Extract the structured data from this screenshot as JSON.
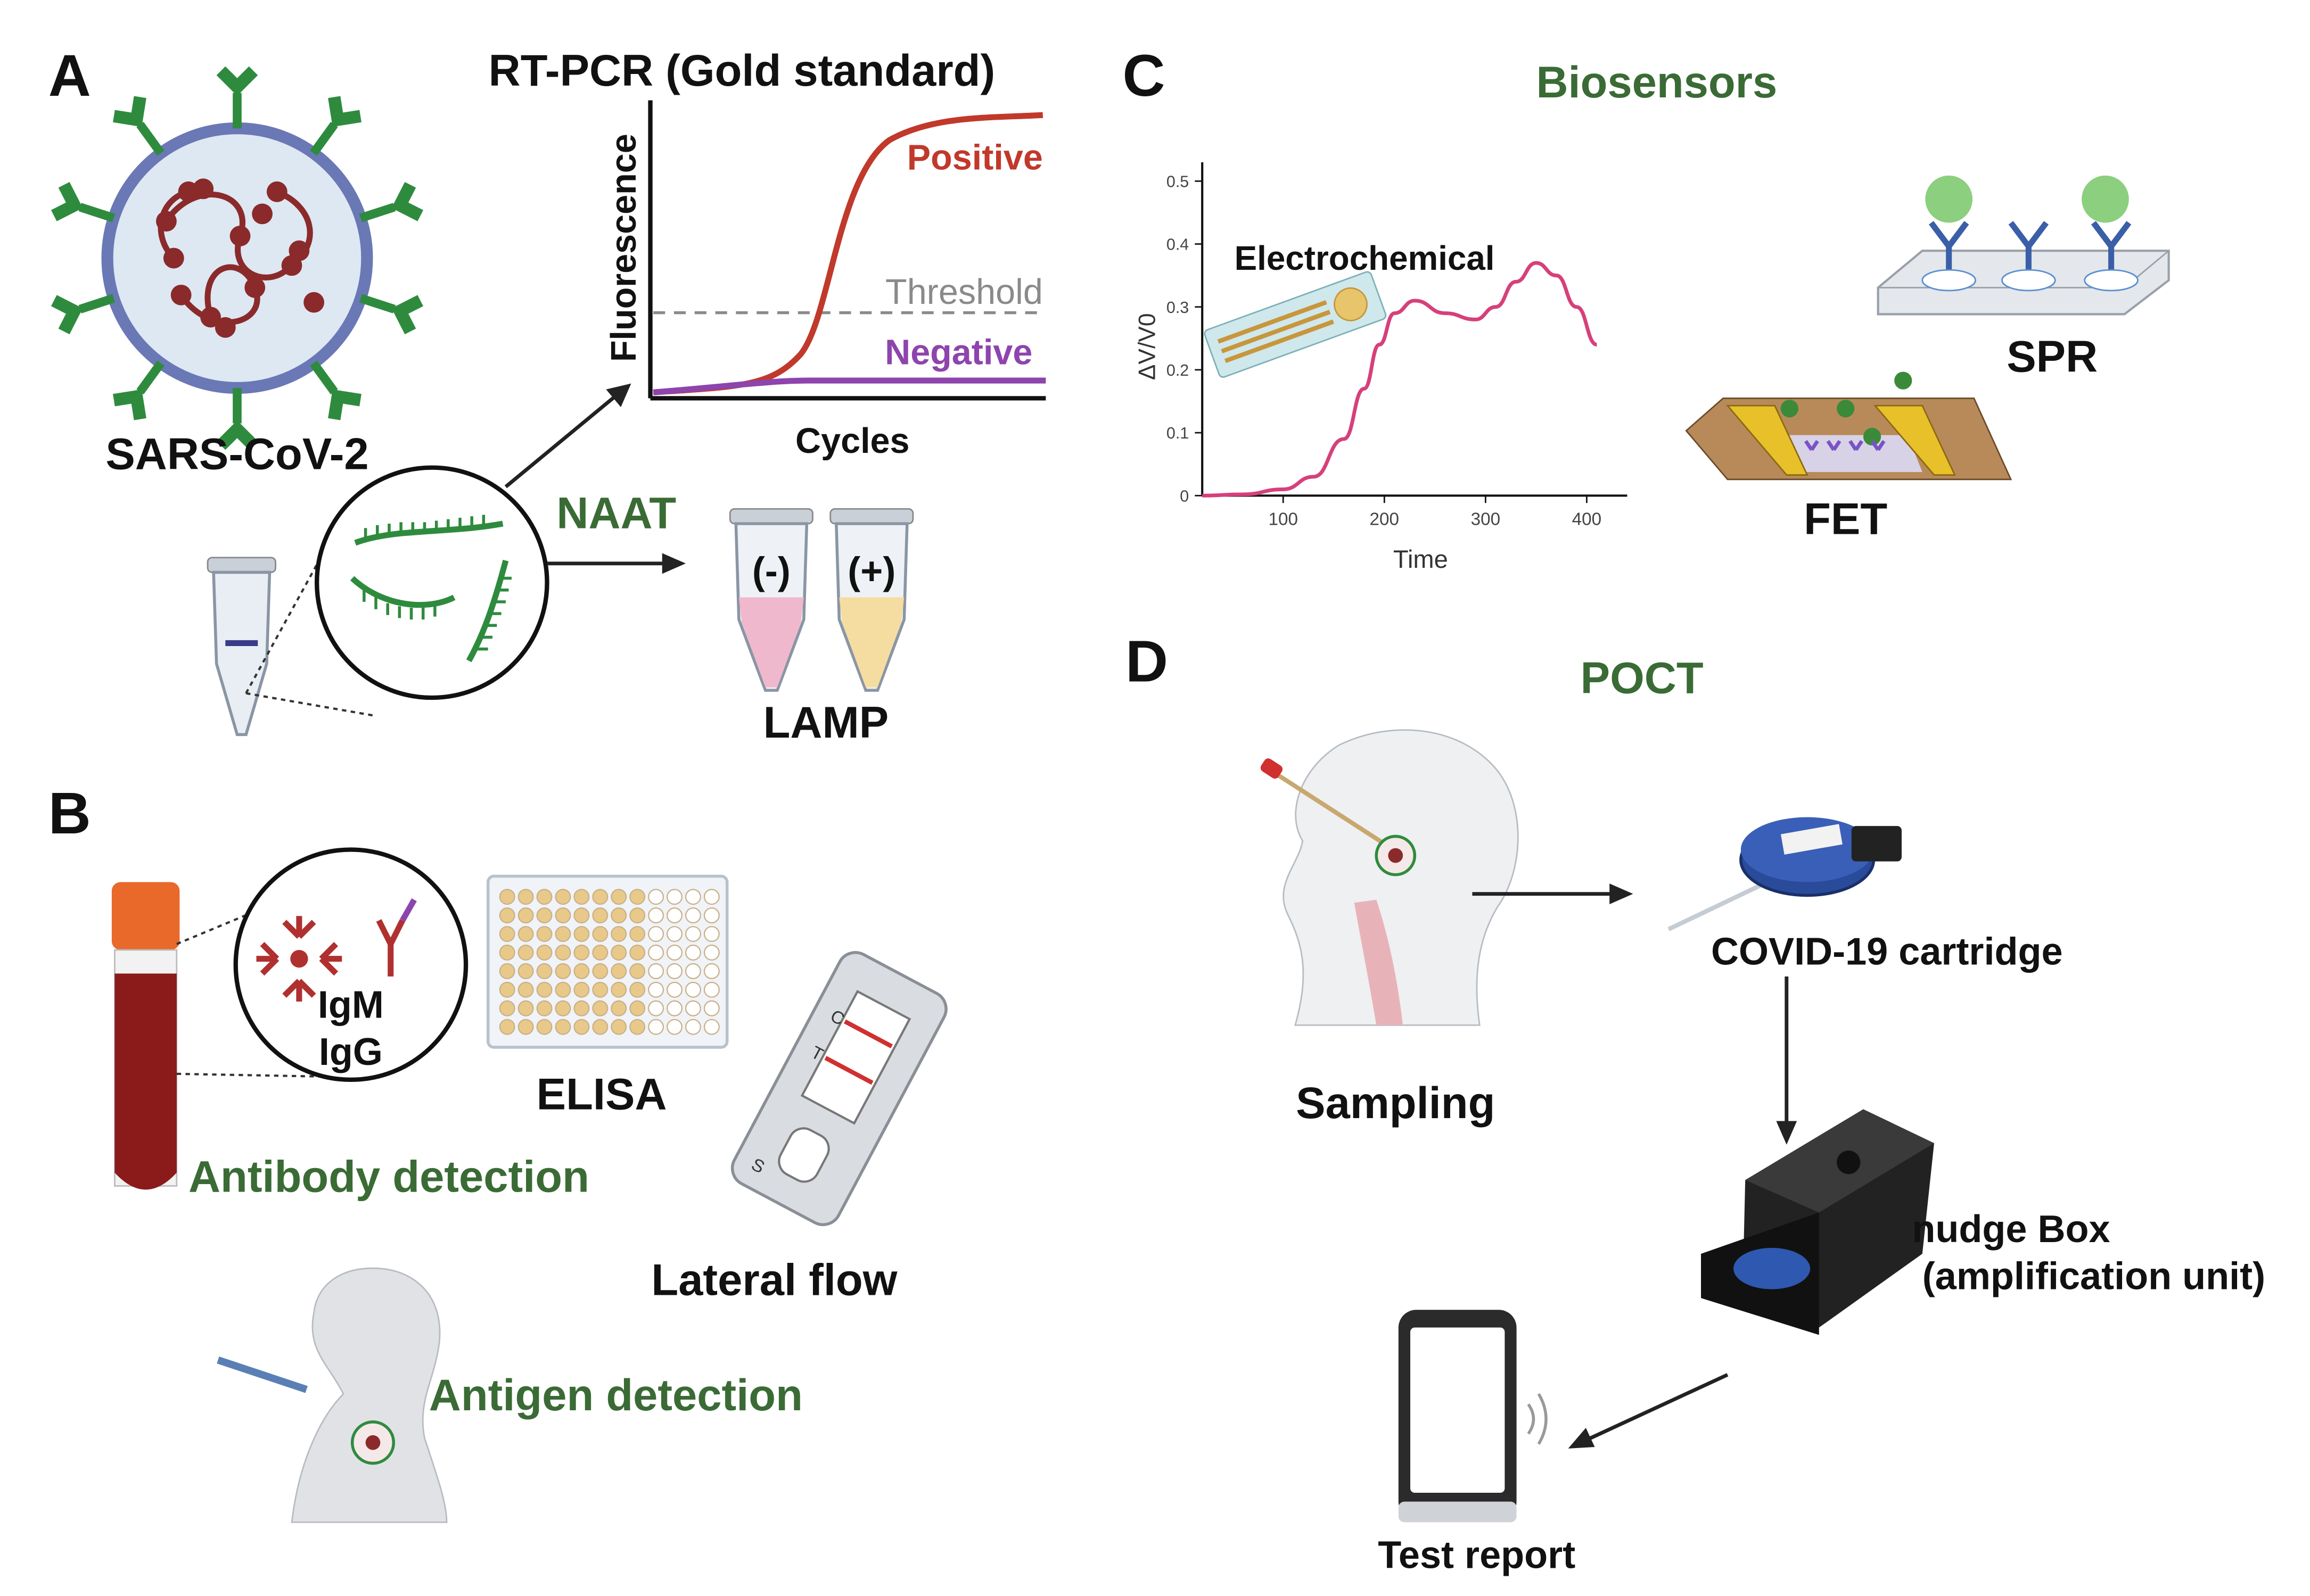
{
  "colors": {
    "green_label": "#3a6b35",
    "positive": "#c0392b",
    "negative": "#8e44ad",
    "threshold": "#8a8a8a",
    "echem_curve": "#d6407a",
    "virus_red": "#8b2a2a",
    "spike_green": "#2e8b3e",
    "blood": "#8b1a1a",
    "cap_orange": "#e8692a",
    "cartridge_blue": "#27408b",
    "box_black": "#1a1a1a"
  },
  "panels": {
    "a": {
      "letter": "A",
      "virus_label": "SARS-CoV-2",
      "pcr_title": "RT-PCR (Gold standard)",
      "y_axis": "Fluorescence",
      "x_axis": "Cycles",
      "positive": "Positive",
      "threshold": "Threshold",
      "negative": "Negative",
      "naat": "NAAT",
      "lamp": "LAMP",
      "tube_neg": "(-)",
      "tube_pos": "(+)"
    },
    "b": {
      "letter": "B",
      "igm": "IgM",
      "igg": "IgG",
      "elisa": "ELISA",
      "antibody": "Antibody detection",
      "lateral": "Lateral flow",
      "antigen": "Antigen detection",
      "strip_c": "C",
      "strip_t": "T",
      "strip_s": "S"
    },
    "c": {
      "letter": "C",
      "title": "Biosensors",
      "electrochemical": "Electrochemical",
      "spr": "SPR",
      "fet": "FET",
      "chart_ylabel": "ΔV/V0",
      "chart_xlabel": "Time"
    },
    "d": {
      "letter": "D",
      "title": "POCT",
      "sampling": "Sampling",
      "cartridge": "COVID-19 cartridge",
      "nudge_line1": "nudge Box",
      "nudge_line2": "(amplification unit)",
      "report": "Test report"
    }
  },
  "chart_data": {
    "type": "line",
    "title": "",
    "xlabel": "Time",
    "ylabel": "ΔV/V0",
    "xlim": [
      20,
      440
    ],
    "ylim": [
      0,
      0.53
    ],
    "xticks": [
      100,
      200,
      300,
      400
    ],
    "yticks": [
      0,
      0.1,
      0.2,
      0.3,
      0.4,
      0.5
    ],
    "ytick_labels": [
      "0",
      "0.1",
      "0.2",
      "0.3",
      "0.4",
      "0.5"
    ],
    "series": [
      {
        "color": "#d6407a",
        "x": [
          20,
          60,
          100,
          130,
          160,
          180,
          195,
          210,
          230,
          260,
          290,
          310,
          330,
          350,
          370,
          390,
          410
        ],
        "y": [
          0.0,
          0.002,
          0.01,
          0.03,
          0.09,
          0.17,
          0.24,
          0.29,
          0.31,
          0.29,
          0.28,
          0.3,
          0.34,
          0.37,
          0.35,
          0.3,
          0.24
        ]
      }
    ]
  }
}
